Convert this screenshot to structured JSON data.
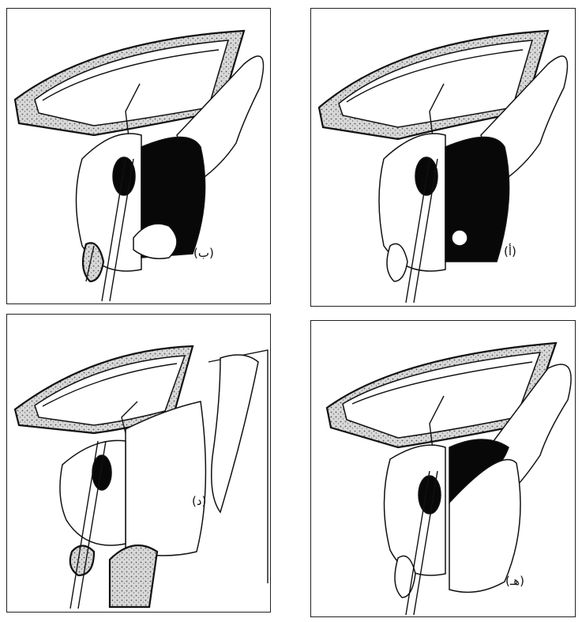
{
  "panels": [
    {
      "id": "top-left",
      "label": "(ب)"
    },
    {
      "id": "top-right",
      "label": "(أ)"
    },
    {
      "id": "bottom-left",
      "label": "(د)"
    },
    {
      "id": "bottom-right",
      "label": "(هـ)"
    }
  ]
}
